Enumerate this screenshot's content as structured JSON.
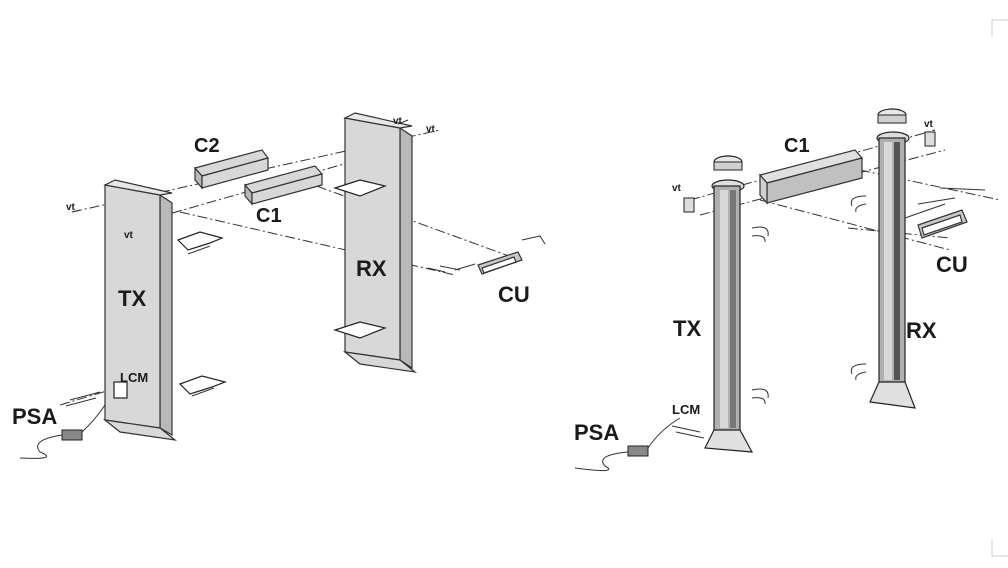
{
  "left": {
    "tx": "TX",
    "rx": "RX",
    "c1": "C1",
    "c2": "C2",
    "cu": "CU",
    "psa": "PSA",
    "lcm": "LCM",
    "vt": "vt"
  },
  "right": {
    "tx": "TX",
    "rx": "RX",
    "c1": "C1",
    "cu": "CU",
    "psa": "PSA",
    "lcm": "LCM",
    "vt": "vt"
  }
}
